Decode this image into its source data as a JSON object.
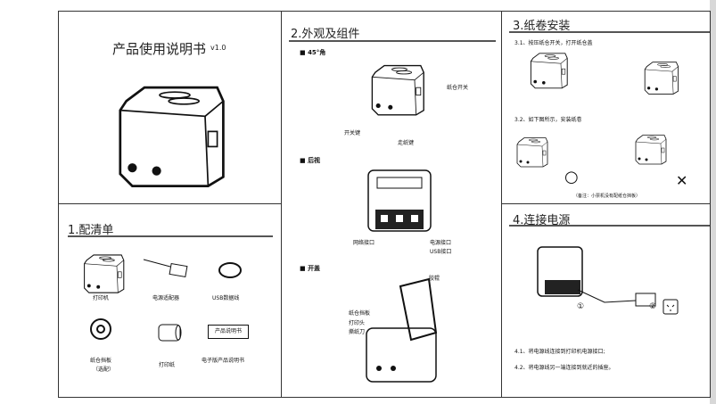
{
  "cover": {
    "title": "产品使用说明书",
    "version": "v1.0"
  },
  "packing": {
    "heading": "1.配清单",
    "items": [
      {
        "label": "打印机",
        "icon": "printer-icon"
      },
      {
        "label": "电源适配器",
        "icon": "power-adapter-icon"
      },
      {
        "label": "USB数据线",
        "icon": "usb-cable-icon"
      },
      {
        "label": "纸仓挡板",
        "sub": "（选配）",
        "icon": "paper-baffle-icon"
      },
      {
        "label": "打印纸",
        "icon": "paper-roll-icon"
      },
      {
        "label": "电子版产品说明书",
        "box": "产品说明书",
        "icon": "manual-icon"
      }
    ]
  },
  "appearance": {
    "heading": "2.外观及组件",
    "view45": {
      "label": "45°角",
      "callouts": [
        "纸仓开关",
        "开关键",
        "走纸键"
      ]
    },
    "rear": {
      "label": "后视",
      "callouts": [
        "网络接口",
        "电源接口",
        "USB接口"
      ]
    },
    "open": {
      "label": "开盖",
      "callouts": [
        "胶辊",
        "纸仓挡板",
        "打印头",
        "撕纸刀"
      ]
    }
  },
  "paper_install": {
    "heading": "3.纸卷安装",
    "step1": "3.1、按压纸仓开关，打开纸仓盖",
    "step2": "3.2、如下图所示，安装纸卷",
    "note": "（备注：小票机没有配纸仓挡板）",
    "correct": "○",
    "wrong": "✕"
  },
  "power": {
    "heading": "4.连接电源",
    "marker1": "①",
    "marker2": "②",
    "step1": "4.1、将电源线连接到打印机电源接口;",
    "step2": "4.2、将电源线另一端连接到就近的插座。"
  }
}
